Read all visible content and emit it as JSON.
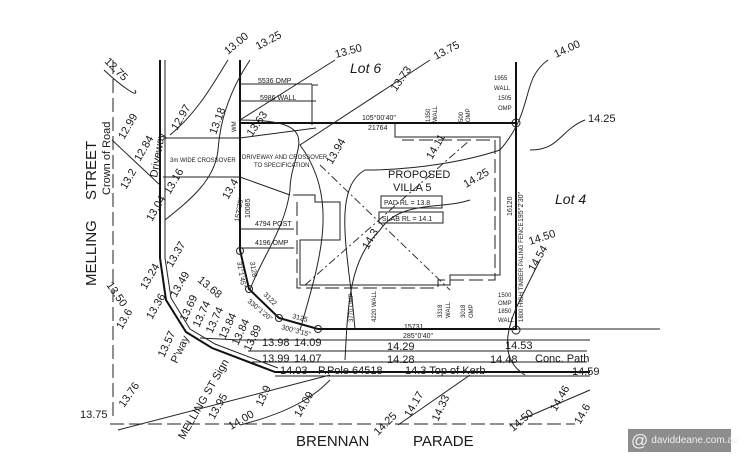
{
  "streets": {
    "street": "STREET",
    "melling": "MELLING",
    "brennan": "BRENNAN",
    "parade": "PARADE"
  },
  "lots": {
    "lot6": "Lot 6",
    "lot4": "Lot 4"
  },
  "villa": {
    "line1": "PROPOSED",
    "line2": "VILLA 5",
    "pad": "PAD RL = 13.8",
    "slab": "SLAB RL = 14.1"
  },
  "notes": {
    "crown": "Crown of Road",
    "driveway": "Driveway",
    "crossover": "3m WIDE CROSSOVER",
    "spec1": "DRIVEWAY AND CROSSOVER",
    "spec2": "TO SPECIFICATION",
    "wm": "WM",
    "pway": "P'way",
    "sign": "MELLING ST Sign",
    "path": "Conc. Path",
    "pole": "P.Pole 64518",
    "kerb": "14.3  Top of Kerb",
    "fence": "1800 HIGH TIMBER PALING FENCE"
  },
  "dims": {
    "omp5536": "5536 OMP",
    "wall5986": "5986 WALL",
    "brg1": "105°00'40\"",
    "d21764": "21764",
    "d1350": "1350",
    "wall": "WALL",
    "d500": "500",
    "omp": "OMP",
    "d1955": "1955",
    "d1505": "1505",
    "d16120": "16120",
    "brg2": "195°2'30\"",
    "d10085": "10085",
    "brg3": "152°25'",
    "post4794": "4794 POST",
    "omp4196": "4196 OMP",
    "d3128": "3128",
    "brg4": "31°1'45\"",
    "d3122": "3122",
    "brg5": "330°1'20\"",
    "d3125": "3125",
    "brg6": "300°3'15\"",
    "omp3770": "3770 OMP",
    "wall4220": "4220 WALL",
    "d15731": "15731",
    "brg7": "285°0'40\"",
    "d3318": "3318",
    "d3018": "3018",
    "d1500": "1500",
    "d1850": "1850"
  },
  "contours": [
    "13.00",
    "13.25",
    "13.50",
    "13.73",
    "13.75",
    "14.00",
    "14.25",
    "14.50",
    "12.75"
  ],
  "levels": [
    "12.99",
    "12.97",
    "12.84",
    "13.18",
    "13.63",
    "13.94",
    "14.11",
    "14.25",
    "14.3",
    "13.2",
    "13.16",
    "13.04",
    "13.4",
    "13.37",
    "13.24",
    "13.49",
    "13.36",
    "13.50",
    "13.6",
    "13.68",
    "13.69",
    "13.74",
    "13.74",
    "13.84",
    "13.84",
    "13.89",
    "13.57",
    "13.98",
    "14.09",
    "13.99",
    "14.07",
    "14.03",
    "13.9",
    "14.29",
    "14.28",
    "14.53",
    "14.48",
    "14.59",
    "13.76",
    "13.75",
    "13.95",
    "14.00",
    "14.09",
    "14.17",
    "14.25",
    "14.33",
    "14.50",
    "14.46",
    "14.6",
    "14.54"
  ],
  "watermark": {
    "symbol": "@",
    "text": "daviddeane.com.au"
  }
}
